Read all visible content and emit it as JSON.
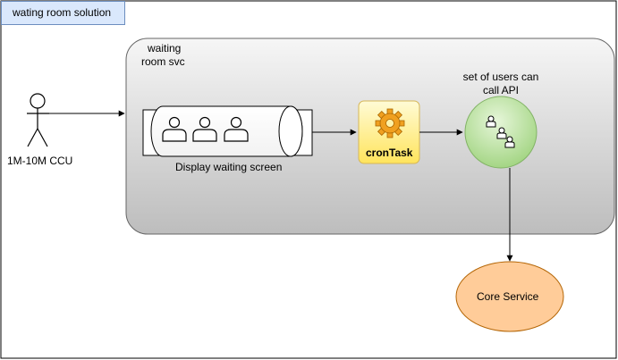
{
  "diagram": {
    "title_tab": "wating room solution",
    "container": {
      "label_line1": "waiting",
      "label_line2": "room svc"
    },
    "actor": {
      "label": "1M-10M CCU"
    },
    "queue": {
      "label": "Display waiting screen"
    },
    "cron": {
      "label": "cronTask",
      "icon": "gear-icon"
    },
    "users_pool": {
      "label_line1": "set of users can",
      "label_line2": "call API",
      "icon": "users-icon"
    },
    "core_service": {
      "label": "Core Service"
    },
    "colors": {
      "container_fill_top": "#f5f5f5",
      "container_fill_bottom": "#bdbdbd",
      "cron_fill": "#fff2a8",
      "cron_border": "#d6b656",
      "users_fill": "#b3e09a",
      "users_border": "#82b366",
      "core_fill": "#ffcc99",
      "core_border": "#b46504",
      "tab_fill": "#dae8fc",
      "tab_border": "#6c8ebf"
    }
  }
}
